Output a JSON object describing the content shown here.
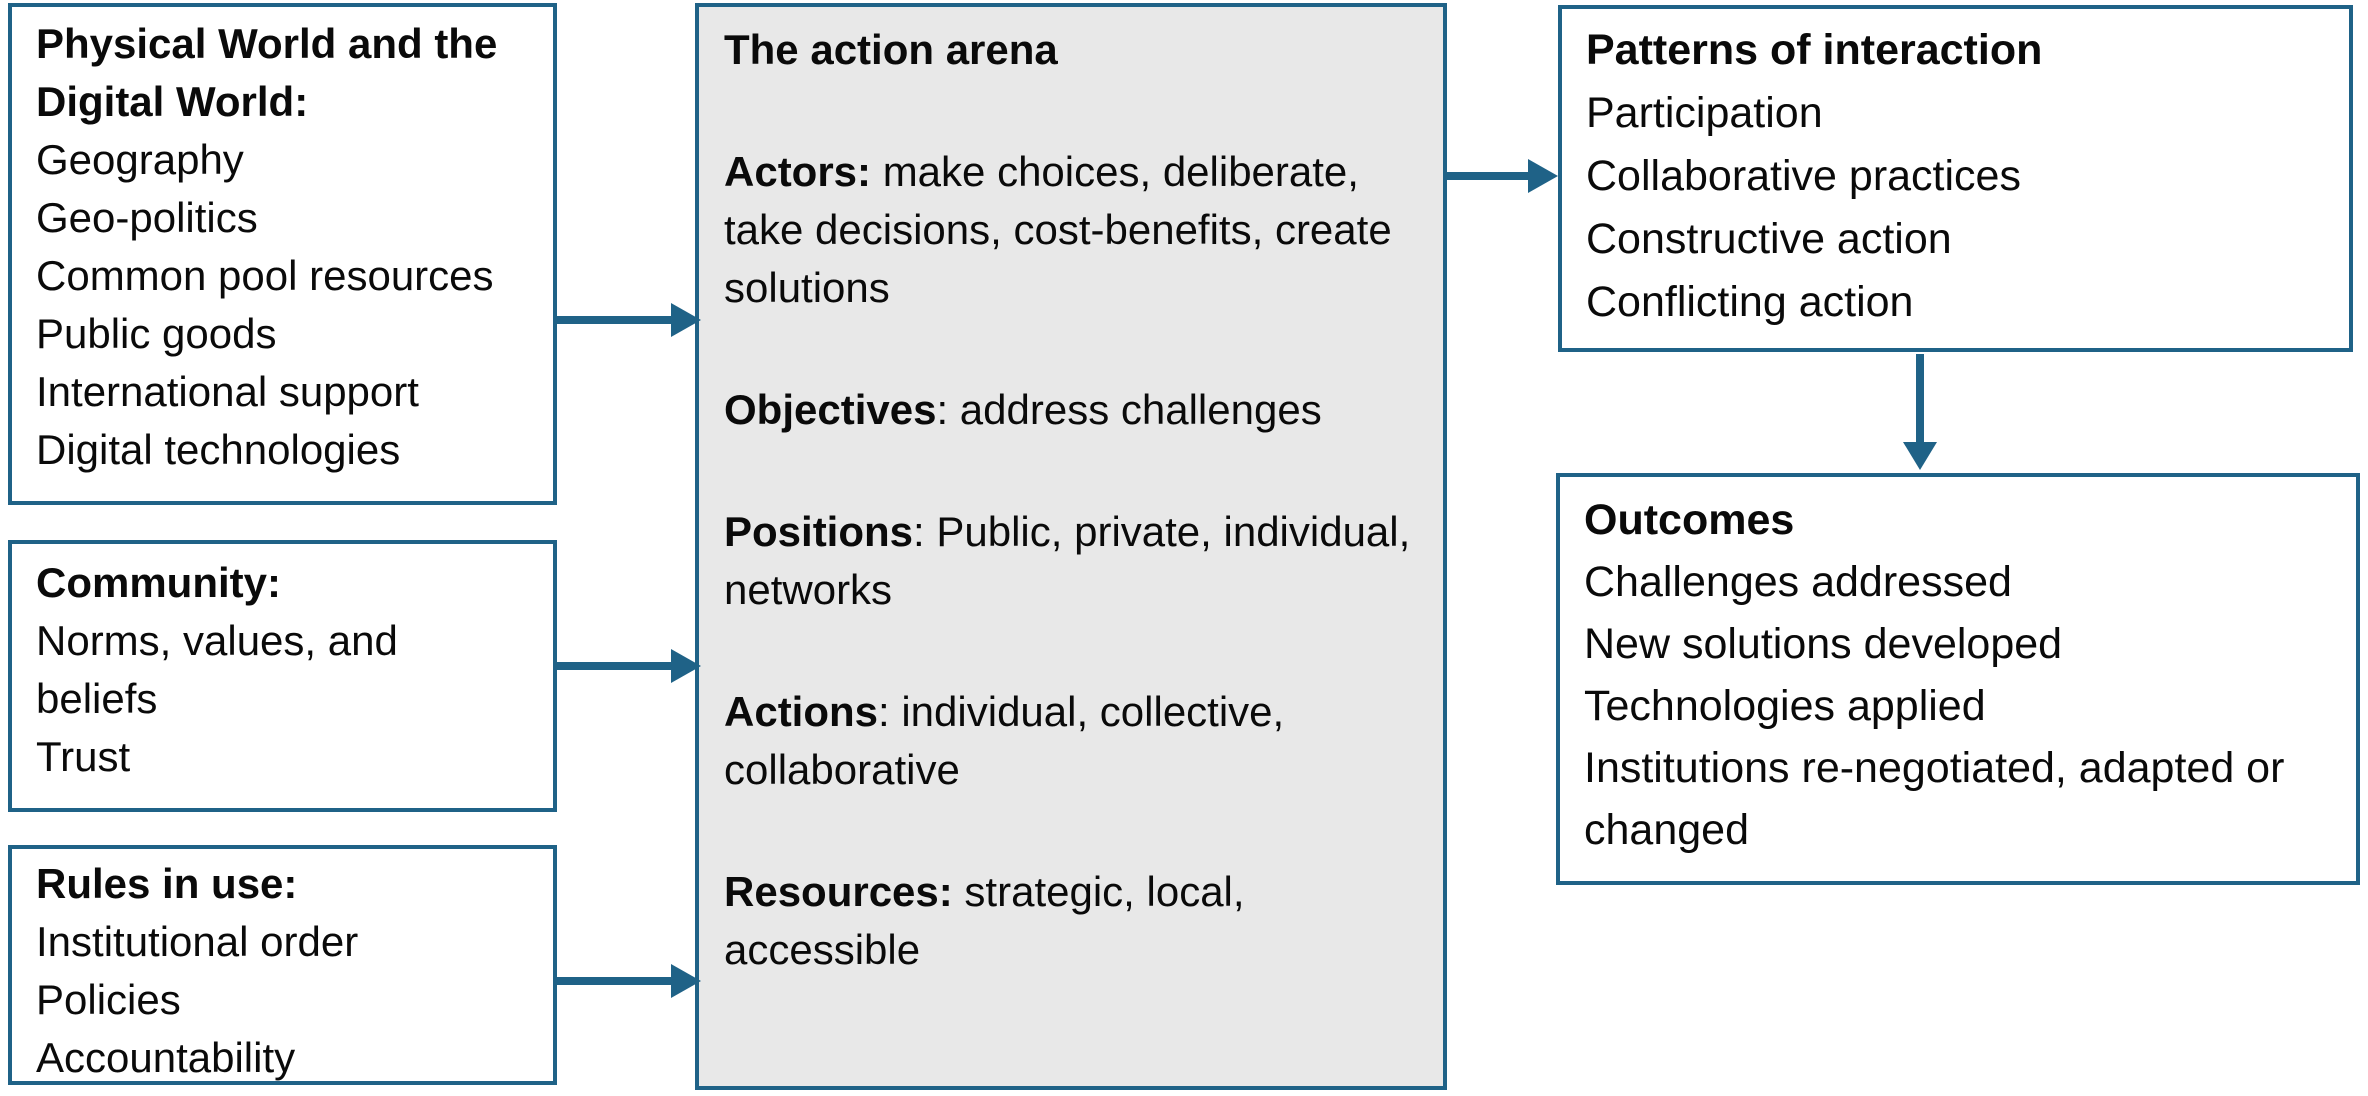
{
  "diagram_title": "Action arena framework diagram",
  "colors": {
    "border_blue": "#1f6287",
    "arena_fill": "#e8e8e8",
    "box_fill": "#ffffff",
    "text": "#0a0a0a"
  },
  "boxes": {
    "physical": {
      "title": "Physical World and the Digital World:",
      "items": [
        "Geography",
        "Geo-politics",
        "Common pool resources",
        "Public goods",
        "International support",
        "Digital technologies"
      ]
    },
    "community": {
      "title": "Community:",
      "items": [
        "Norms, values, and beliefs",
        "Trust"
      ]
    },
    "rules": {
      "title": "Rules in use:",
      "items": [
        "Institutional order",
        "Policies",
        "Accountability"
      ]
    },
    "arena": {
      "title": "The action arena",
      "sections": [
        {
          "label": "Actors:",
          "text": " make choices, deliberate, take decisions, cost-benefits, create solutions"
        },
        {
          "label": "Objectives",
          "text": ": address challenges"
        },
        {
          "label": "Positions",
          "text": ": Public, private, individual, networks"
        },
        {
          "label": "Actions",
          "text": ": individual, collective, collaborative"
        },
        {
          "label": "Resources:",
          "text": " strategic, local, accessible"
        }
      ]
    },
    "patterns": {
      "title": "Patterns of interaction",
      "items": [
        "Participation",
        "Collaborative practices",
        "Constructive action",
        "Conflicting action"
      ]
    },
    "outcomes": {
      "title": "Outcomes",
      "items": [
        "Challenges addressed",
        "New solutions developed",
        "Technologies applied",
        "Institutions re-negotiated, adapted or changed"
      ]
    }
  },
  "arrows": [
    {
      "from": "physical",
      "to": "arena",
      "direction": "right"
    },
    {
      "from": "community",
      "to": "arena",
      "direction": "right"
    },
    {
      "from": "rules",
      "to": "arena",
      "direction": "right"
    },
    {
      "from": "arena",
      "to": "patterns",
      "direction": "right"
    },
    {
      "from": "patterns",
      "to": "outcomes",
      "direction": "down"
    }
  ]
}
